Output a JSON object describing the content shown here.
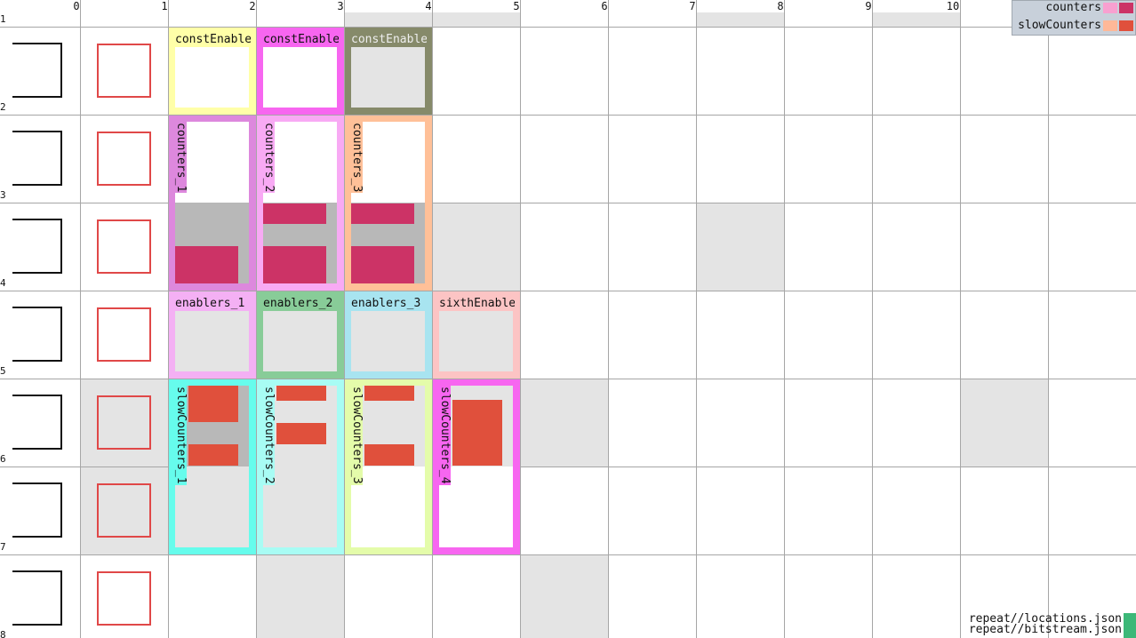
{
  "column_ticks": [
    "0",
    "1",
    "2",
    "3",
    "4",
    "5",
    "6",
    "7",
    "8",
    "9",
    "10"
  ],
  "row_ticks": [
    "1",
    "2",
    "3",
    "4",
    "5",
    "6",
    "7",
    "8"
  ],
  "legend": [
    {
      "name": "counters",
      "swatch_light": "#f8a0d0",
      "swatch_dark": "#cc3366"
    },
    {
      "name": "slowCounters",
      "swatch_light": "#ffb898",
      "swatch_dark": "#e0503c"
    }
  ],
  "blocks": {
    "const1": {
      "label": "constEnable",
      "color": "#ffffa8"
    },
    "const2": {
      "label": "constEnable",
      "color": "#f766f0"
    },
    "const3": {
      "label": "constEnable",
      "color": "#868a6a"
    },
    "counters1": {
      "label": "counters_1",
      "color": "#dd88dd"
    },
    "counters2": {
      "label": "counters_2",
      "color": "#f8aaf4"
    },
    "counters3": {
      "label": "counters_3",
      "color": "#ffc098"
    },
    "enablers1": {
      "label": "enablers_1",
      "color": "#f4b0f4"
    },
    "enablers2": {
      "label": "enablers_2",
      "color": "#88cc98"
    },
    "enablers3": {
      "label": "enablers_3",
      "color": "#a8e4f0"
    },
    "sixth": {
      "label": "sixthEnable",
      "color": "#fcc4c4"
    },
    "slow1": {
      "label": "slowCounters_1",
      "color": "#66fcec"
    },
    "slow2": {
      "label": "slowCounters_2",
      "color": "#a8fcf4"
    },
    "slow3": {
      "label": "slowCounters_3",
      "color": "#e4fcaa"
    },
    "slow4": {
      "label": "slowCounters_4",
      "color": "#f766f0"
    }
  },
  "footer": [
    "repeat//locations.json",
    "repeat//bitstream.json"
  ]
}
